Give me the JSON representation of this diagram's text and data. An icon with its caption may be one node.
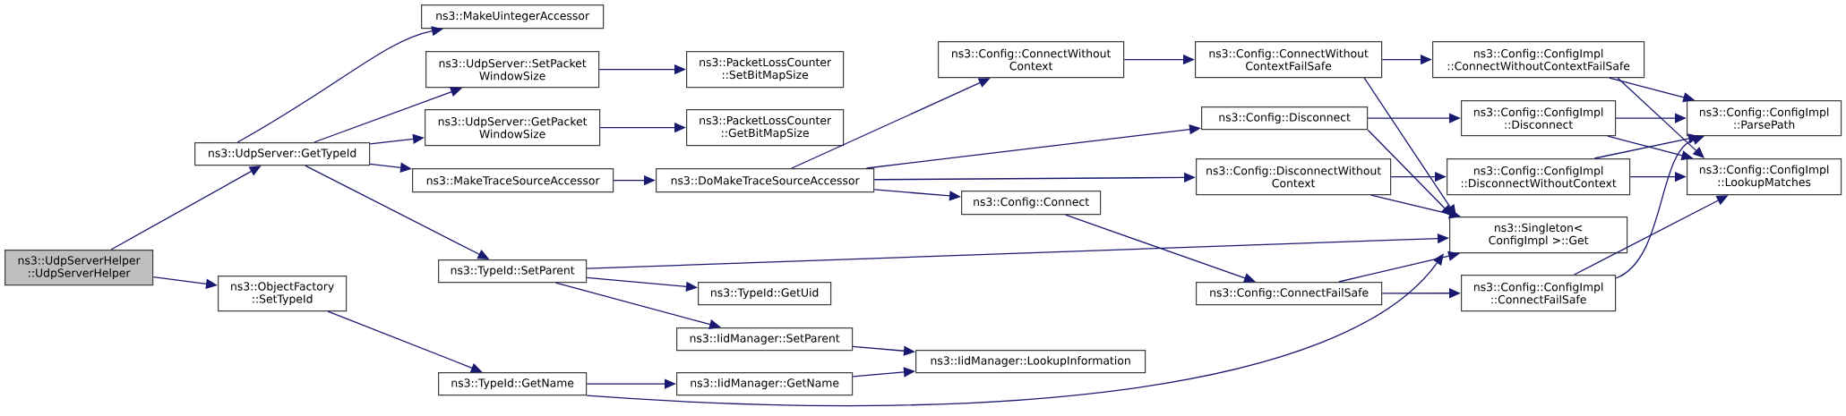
{
  "diagram": {
    "nodes": [
      {
        "text": [
          "ns3::UdpServerHelper ::UdpServerHelper"
        ]
      },
      {
        "text": [
          "ns3::UdpServer::GetTypeId"
        ]
      },
      {
        "text": [
          "ns3::ObjectFactory ::SetTypeId"
        ]
      },
      {
        "text": [
          "ns3::MakeUintegerAccessor"
        ]
      },
      {
        "text": [
          "ns3::UdpServer::SetPacket WindowSize"
        ]
      },
      {
        "text": [
          "ns3::UdpServer::GetPacket WindowSize"
        ]
      },
      {
        "text": [
          "ns3::MakeTraceSourceAccessor"
        ]
      },
      {
        "text": [
          "ns3::TypeId::SetParent"
        ]
      },
      {
        "text": [
          "ns3::TypeId::GetName"
        ]
      },
      {
        "text": [
          "ns3::PacketLossCounter ::SetBitMapSize"
        ]
      },
      {
        "text": [
          "ns3::PacketLossCounter ::GetBitMapSize"
        ]
      },
      {
        "text": [
          "ns3::DoMakeTraceSourceAccessor"
        ]
      },
      {
        "text": [
          "ns3::TypeId::GetUid"
        ]
      },
      {
        "text": [
          "ns3::IidManager::SetParent"
        ]
      },
      {
        "text": [
          "ns3::IidManager::GetName"
        ]
      },
      {
        "text": [
          "ns3::IidManager::LookupInformation"
        ]
      },
      {
        "text": [
          "ns3::Config::ConnectWithout Context"
        ]
      },
      {
        "text": [
          "ns3::Config::Disconnect"
        ]
      },
      {
        "text": [
          "ns3::Config::DisconnectWithout Context"
        ]
      },
      {
        "text": [
          "ns3::Config::Connect"
        ]
      },
      {
        "text": [
          "ns3::Config::ConnectWithout ContextFailSafe"
        ]
      },
      {
        "text": [
          "ns3::Config::ConnectFailSafe"
        ]
      },
      {
        "text": [
          "ns3::Singleton< ConfigImpl >::Get"
        ]
      },
      {
        "text": [
          "ns3::Config::ConfigImpl ::ConnectWithoutContextFailSafe"
        ]
      },
      {
        "text": [
          "ns3::Config::ConfigImpl ::Disconnect"
        ]
      },
      {
        "text": [
          "ns3::Config::ConfigImpl ::DisconnectWithoutContext"
        ]
      },
      {
        "text": [
          "ns3::Config::ConfigImpl ::ConnectFailSafe"
        ]
      },
      {
        "text": [
          "ns3::Config::ConfigImpl ::ParsePath"
        ]
      },
      {
        "text": [
          "ns3::Config::ConfigImpl ::LookupMatches"
        ]
      }
    ],
    "edges": [
      {
        "from": 0,
        "to": 1,
        "arrow": "to"
      },
      {
        "from": 0,
        "to": 2,
        "arrow": "to"
      },
      {
        "from": 1,
        "to": 3,
        "arrow": "to"
      },
      {
        "from": 1,
        "to": 4,
        "arrow": "to"
      },
      {
        "from": 1,
        "to": 5,
        "arrow": "to"
      },
      {
        "from": 1,
        "to": 6,
        "arrow": "to"
      },
      {
        "from": 1,
        "to": 7,
        "arrow": "to"
      },
      {
        "from": 2,
        "to": 8,
        "arrow": "to"
      },
      {
        "from": 4,
        "to": 9,
        "arrow": "to"
      },
      {
        "from": 5,
        "to": 10,
        "arrow": "to"
      },
      {
        "from": 6,
        "to": 11,
        "arrow": "to"
      },
      {
        "from": 7,
        "to": 22,
        "arrow": "to"
      },
      {
        "from": 7,
        "to": 12,
        "arrow": "to"
      },
      {
        "from": 7,
        "to": 13,
        "arrow": "to"
      },
      {
        "from": 8,
        "to": 14,
        "arrow": "to"
      },
      {
        "from": 8,
        "to": 22,
        "arrow": "to"
      },
      {
        "from": 11,
        "to": 16,
        "arrow": "to"
      },
      {
        "from": 11,
        "to": 17,
        "arrow": "to"
      },
      {
        "from": 11,
        "to": 18,
        "arrow": "to"
      },
      {
        "from": 11,
        "to": 19,
        "arrow": "to"
      },
      {
        "from": 13,
        "to": 15,
        "arrow": "to"
      },
      {
        "from": 14,
        "to": 15,
        "arrow": "to"
      },
      {
        "from": 16,
        "to": 20,
        "arrow": "to"
      },
      {
        "from": 17,
        "to": 24,
        "arrow": "to"
      },
      {
        "from": 17,
        "to": 22,
        "arrow": "to"
      },
      {
        "from": 18,
        "to": 25,
        "arrow": "to"
      },
      {
        "from": 18,
        "to": 22,
        "arrow": "to"
      },
      {
        "from": 19,
        "to": 21,
        "arrow": "to"
      },
      {
        "from": 20,
        "to": 23,
        "arrow": "to"
      },
      {
        "from": 20,
        "to": 22,
        "arrow": "to"
      },
      {
        "from": 21,
        "to": 22,
        "arrow": "to"
      },
      {
        "from": 21,
        "to": 26,
        "arrow": "to"
      },
      {
        "from": 23,
        "to": 27,
        "arrow": "to"
      },
      {
        "from": 23,
        "to": 28,
        "arrow": "to"
      },
      {
        "from": 24,
        "to": 27,
        "arrow": "to"
      },
      {
        "from": 24,
        "to": 28,
        "arrow": "to"
      },
      {
        "from": 25,
        "to": 27,
        "arrow": "to"
      },
      {
        "from": 25,
        "to": 28,
        "arrow": "to"
      },
      {
        "from": 26,
        "to": 27,
        "arrow": "to"
      },
      {
        "from": 26,
        "to": 28,
        "arrow": "to"
      }
    ]
  }
}
